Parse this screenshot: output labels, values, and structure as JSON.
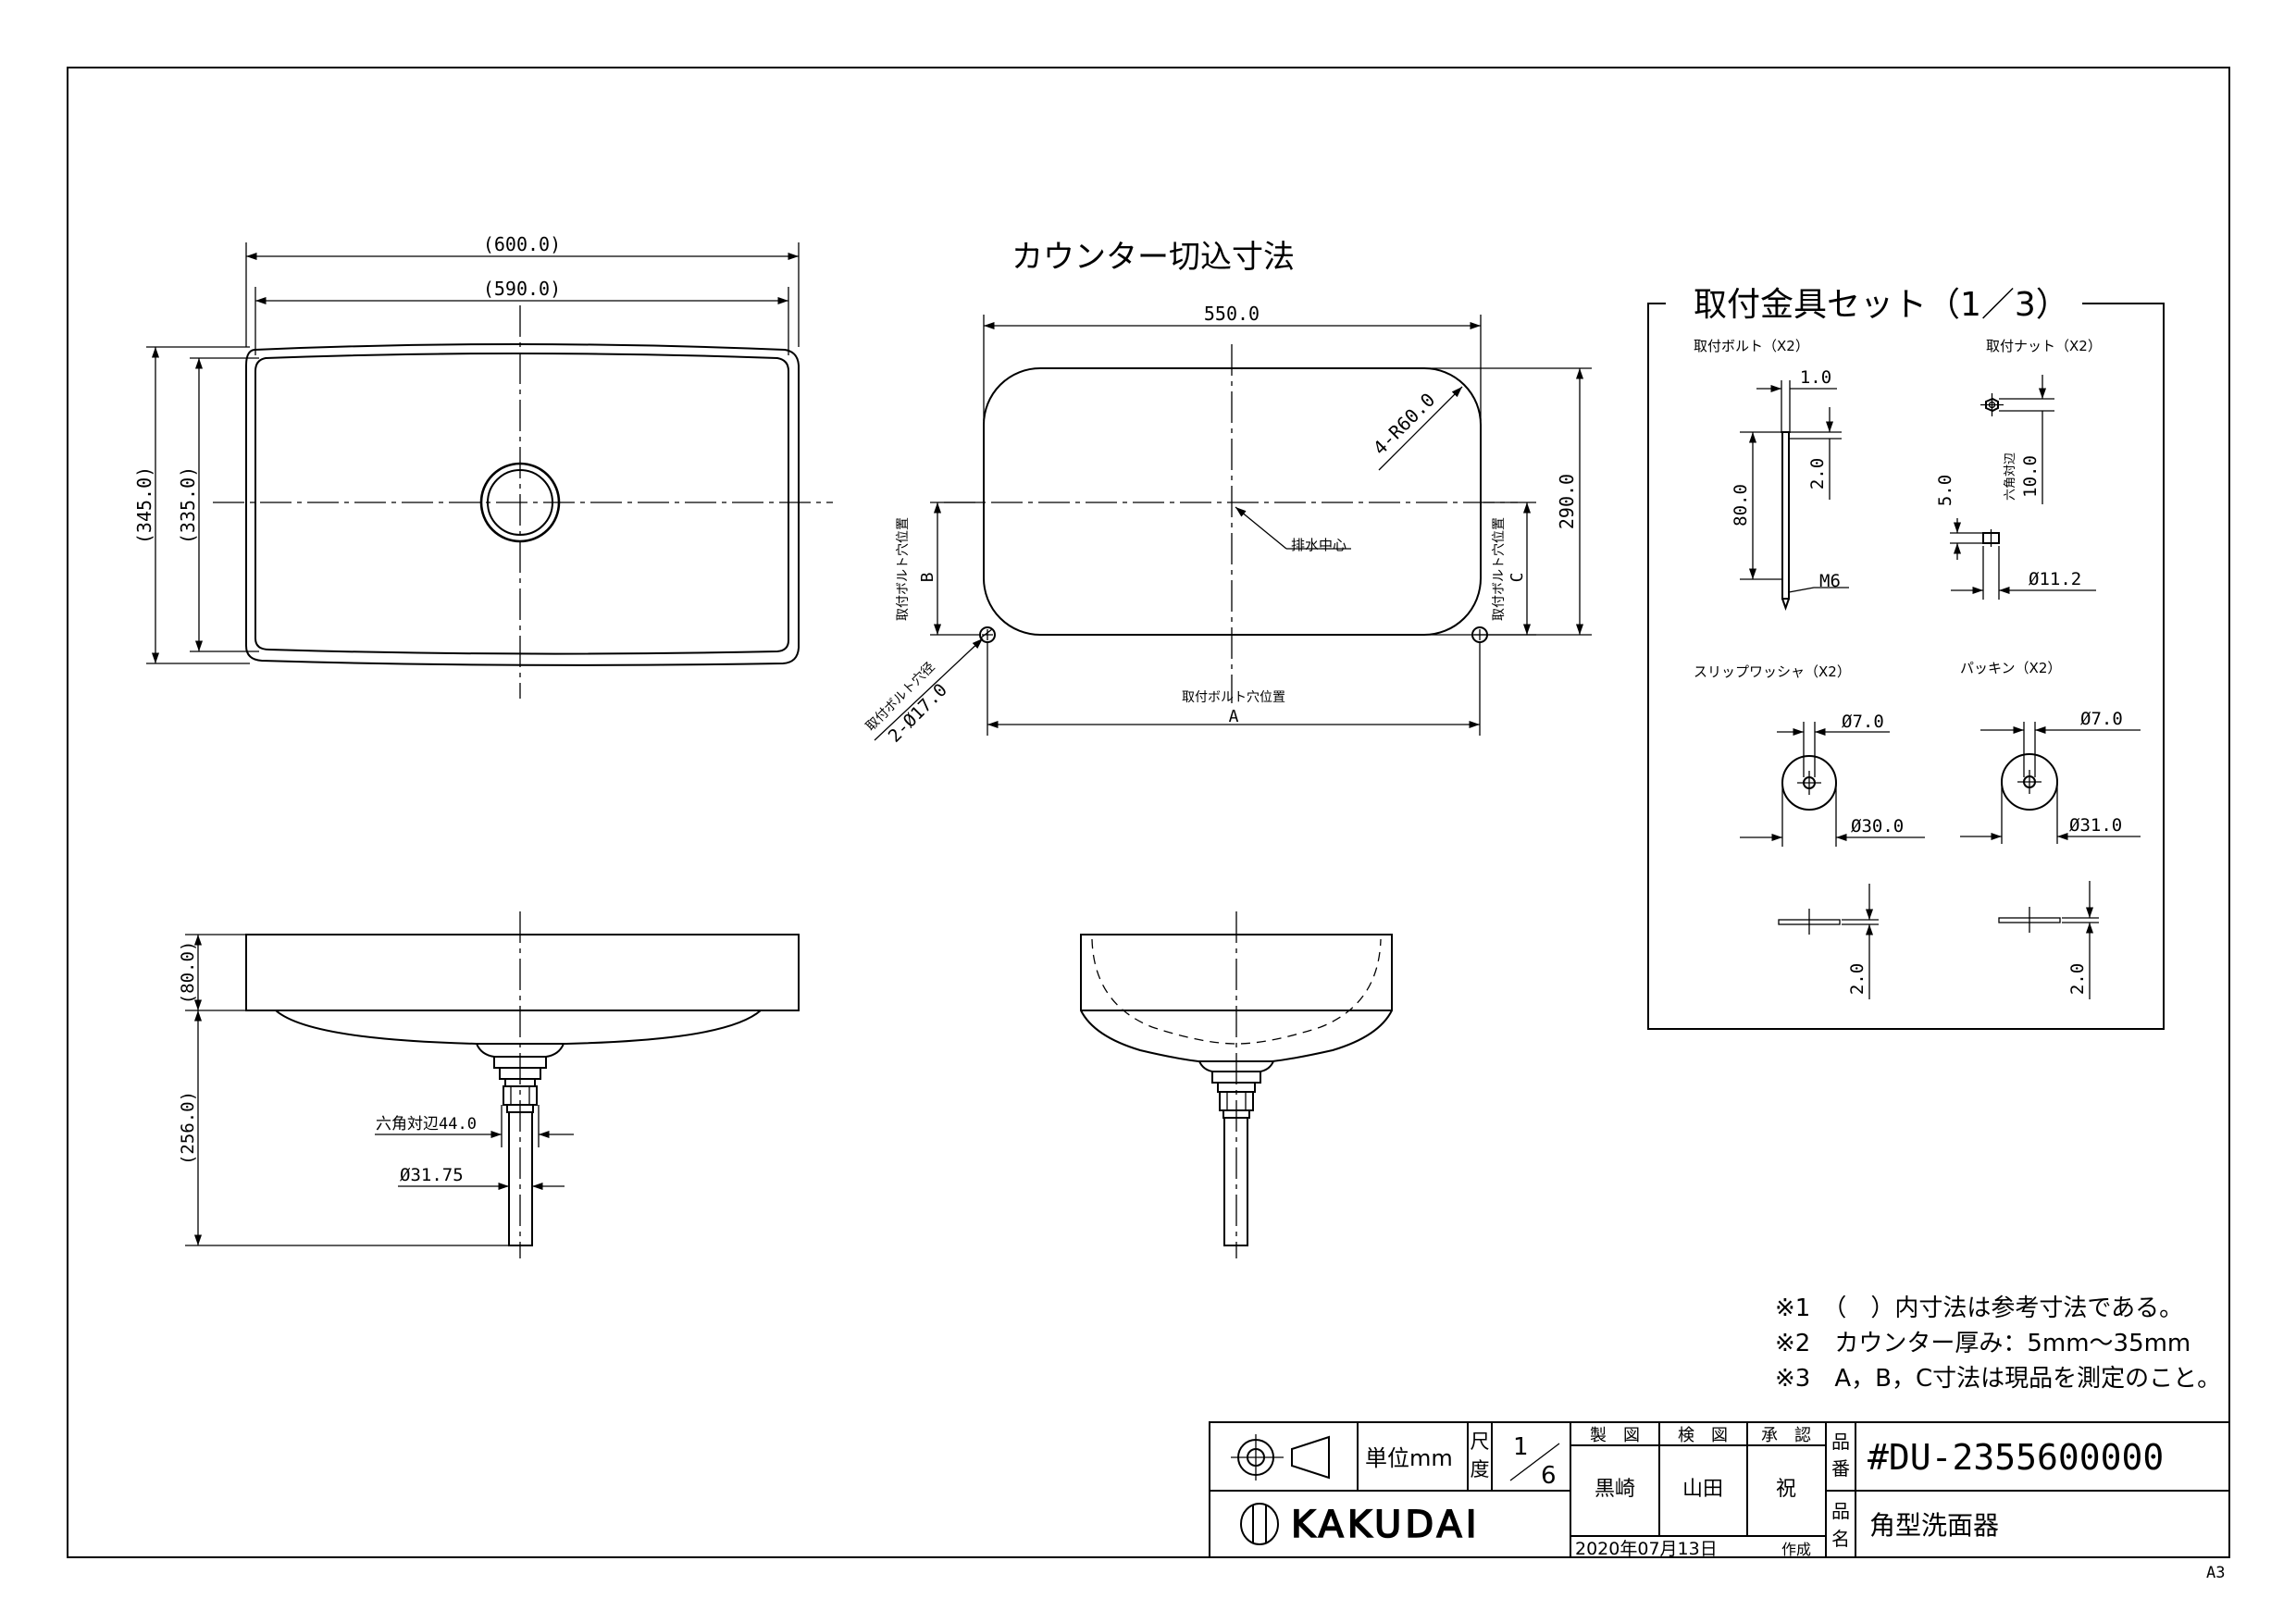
{
  "top_view": {
    "outer_width": "(600.0)",
    "inner_width": "(590.0)",
    "outer_depth": "(345.0)",
    "inner_depth": "(335.0)"
  },
  "cutout": {
    "title": "カウンター切込寸法",
    "width": "550.0",
    "radius": "4-R60.0",
    "depth": "290.0",
    "drain_center": "排水中心",
    "bolt_hole_pos_left": "取付ボルト穴位置",
    "label_b": "B",
    "bolt_hole_pos_right": "取付ボルト穴位置",
    "label_c": "C",
    "bolt_hole_dia_label": "取付ボルト穴径",
    "bolt_hole_dia": "2-Ø17.0",
    "bolt_hole_pos_bottom": "取付ボルト穴位置",
    "label_a": "A"
  },
  "hardware": {
    "title": "取付金具セット（1／3）",
    "bolt_label": "取付ボルト（X2）",
    "bolt_tip": "1.0",
    "bolt_length": "80.0",
    "bolt_end": "2.0",
    "bolt_thread": "M6",
    "nut_label": "取付ナット（X2）",
    "nut_hex_label": "六角対辺",
    "nut_hex": "10.0",
    "nut_thickness": "5.0",
    "nut_dia": "Ø11.2",
    "washer_label": "スリップワッシャ（X2）",
    "washer_inner": "Ø7.0",
    "washer_outer": "Ø30.0",
    "washer_thickness": "2.0",
    "packing_label": "パッキン（X2）",
    "packing_inner": "Ø7.0",
    "packing_outer": "Ø31.0",
    "packing_thickness": "2.0"
  },
  "front_view": {
    "height": "(80.0)",
    "drain_height": "(256.0)",
    "hex_label": "六角対辺44.0",
    "pipe_dia": "Ø31.75"
  },
  "notes": [
    "※1　（　）内寸法は参考寸法である。",
    "※2　カウンター厚み：5mm～35mm",
    "※3　A，B，C寸法は現品を測定のこと。"
  ],
  "title_block": {
    "unit": "単位mm",
    "scale_label_1": "尺",
    "scale_label_2": "度",
    "scale_num": "1",
    "scale_den": "6",
    "made": "製　図",
    "checked": "検　図",
    "approved": "承　認",
    "made_by": "黒崎",
    "checked_by": "山田",
    "approved_by": "祝",
    "part_no_label_1": "品",
    "part_no_label_2": "番",
    "part_no": "#DU-2355600000",
    "part_name_label_1": "品",
    "part_name_label_2": "名",
    "part_name": "角型洗面器",
    "brand": "KAKUDAI",
    "date": "2020年07月13日",
    "date_suffix": "作成"
  },
  "sheet_size": "A3"
}
